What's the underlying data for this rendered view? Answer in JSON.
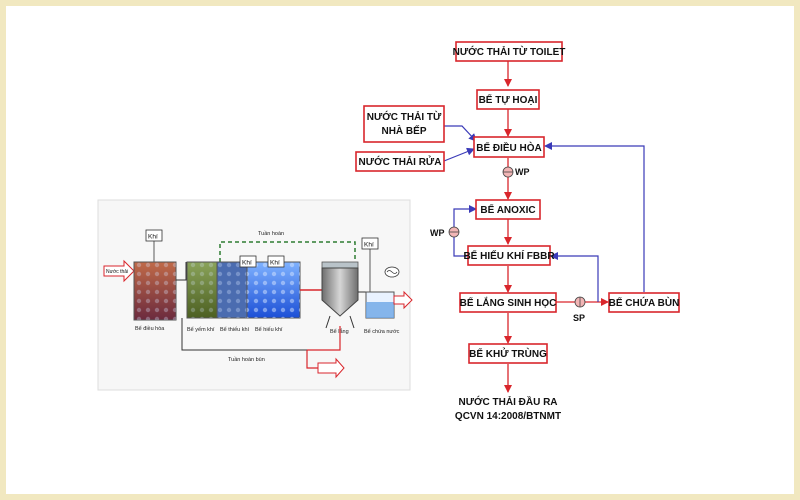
{
  "schematic": {
    "labels": {
      "inflow": "Nước thải",
      "recirc_top": "Tuần hoàn",
      "recirc_bottom": "Tuần hoàn bùn",
      "khi1": "Khí",
      "khi2": "Khí",
      "khi3": "Khí",
      "khi4": "Khí",
      "tank_dieu_hoa": "Bể điều hòa",
      "tank_yem_khi": "Bể yếm khí",
      "tank_thieu_khi": "Bể thiếu khí",
      "tank_hieu_khi": "Bể hiếu khí",
      "tank_lang": "Bể lắng",
      "tank_chua_nuoc": "Bể chứa nước"
    }
  },
  "flowchart": {
    "nodes": {
      "toilet": "NƯỚC THẢI TỪ TOILET",
      "tu_hoai": "BỂ TỰ HOẠI",
      "nha_bep_1": "NƯỚC THẢI TỪ",
      "nha_bep_2": "NHÀ BẾP",
      "thai_rua": "NƯỚC THẢI RỬA",
      "dieu_hoa": "BỂ ĐIỀU HÒA",
      "anoxic": "BỂ ANOXIC",
      "hieu_khi_fbbr": "BỂ HIẾU KHÍ FBBR",
      "lang_sinh_hoc": "BỂ LẮNG SINH HỌC",
      "chua_bun": "BỂ CHỨA BÙN",
      "khu_trung": "BỂ KHỬ TRÙNG"
    },
    "pump_labels": {
      "wp1": "WP",
      "wp2": "WP",
      "sp": "SP"
    },
    "output_line1": "NƯỚC THẢI ĐẦU RA",
    "output_line2": "QCVN 14:2008/BTNMT"
  }
}
